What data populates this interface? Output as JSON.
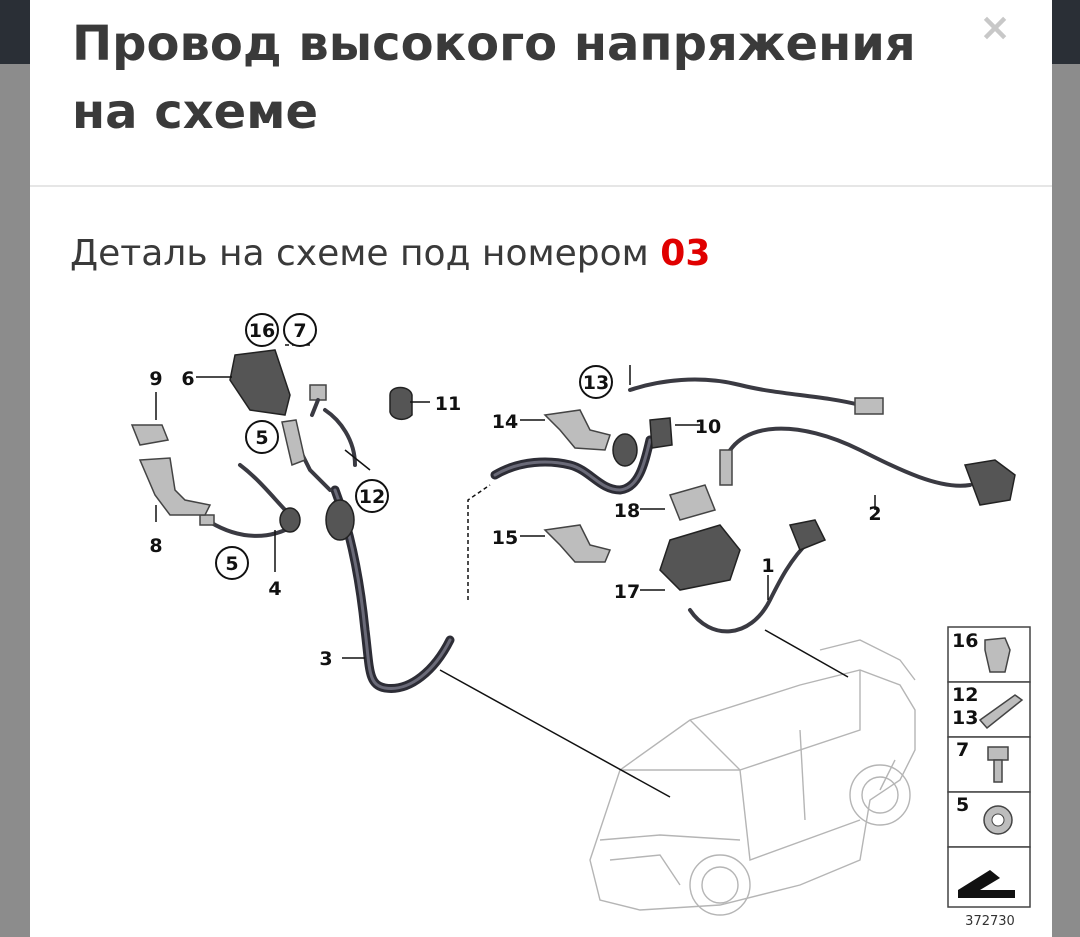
{
  "modal": {
    "title": "Провод высокого напряжения на схеме",
    "close_label": "×",
    "part_prefix": "Деталь на схеме под номером",
    "part_number": "03"
  },
  "diagram": {
    "labels": {
      "l1": "1",
      "l2": "2",
      "l3": "3",
      "l4": "4",
      "l5a": "5",
      "l5b": "5",
      "l6": "6",
      "l7": "7",
      "l8": "8",
      "l9": "9",
      "l10": "10",
      "l11": "11",
      "l12": "12",
      "l13": "13",
      "l14": "14",
      "l15": "15",
      "l16": "16",
      "l17": "17",
      "l18": "18"
    },
    "legend": {
      "row1": "16",
      "row2a": "12",
      "row2b": "13",
      "row3": "7",
      "row4": "5"
    },
    "reference_number": "372730"
  },
  "colors": {
    "accent": "#e00000",
    "title": "#3a3a3a",
    "overlay": "#8c8c8c",
    "topbar": "#2a2f36"
  }
}
